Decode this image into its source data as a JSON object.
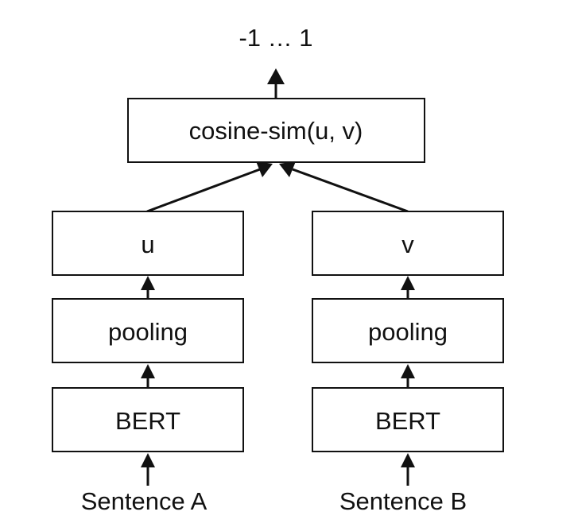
{
  "output_range": "-1 … 1",
  "similarity": {
    "label": "cosine-sim(u, v)"
  },
  "left_branch": {
    "embedding": "u",
    "pooling": "pooling",
    "encoder": "BERT",
    "input": "Sentence A"
  },
  "right_branch": {
    "embedding": "v",
    "pooling": "pooling",
    "encoder": "BERT",
    "input": "Sentence B"
  }
}
